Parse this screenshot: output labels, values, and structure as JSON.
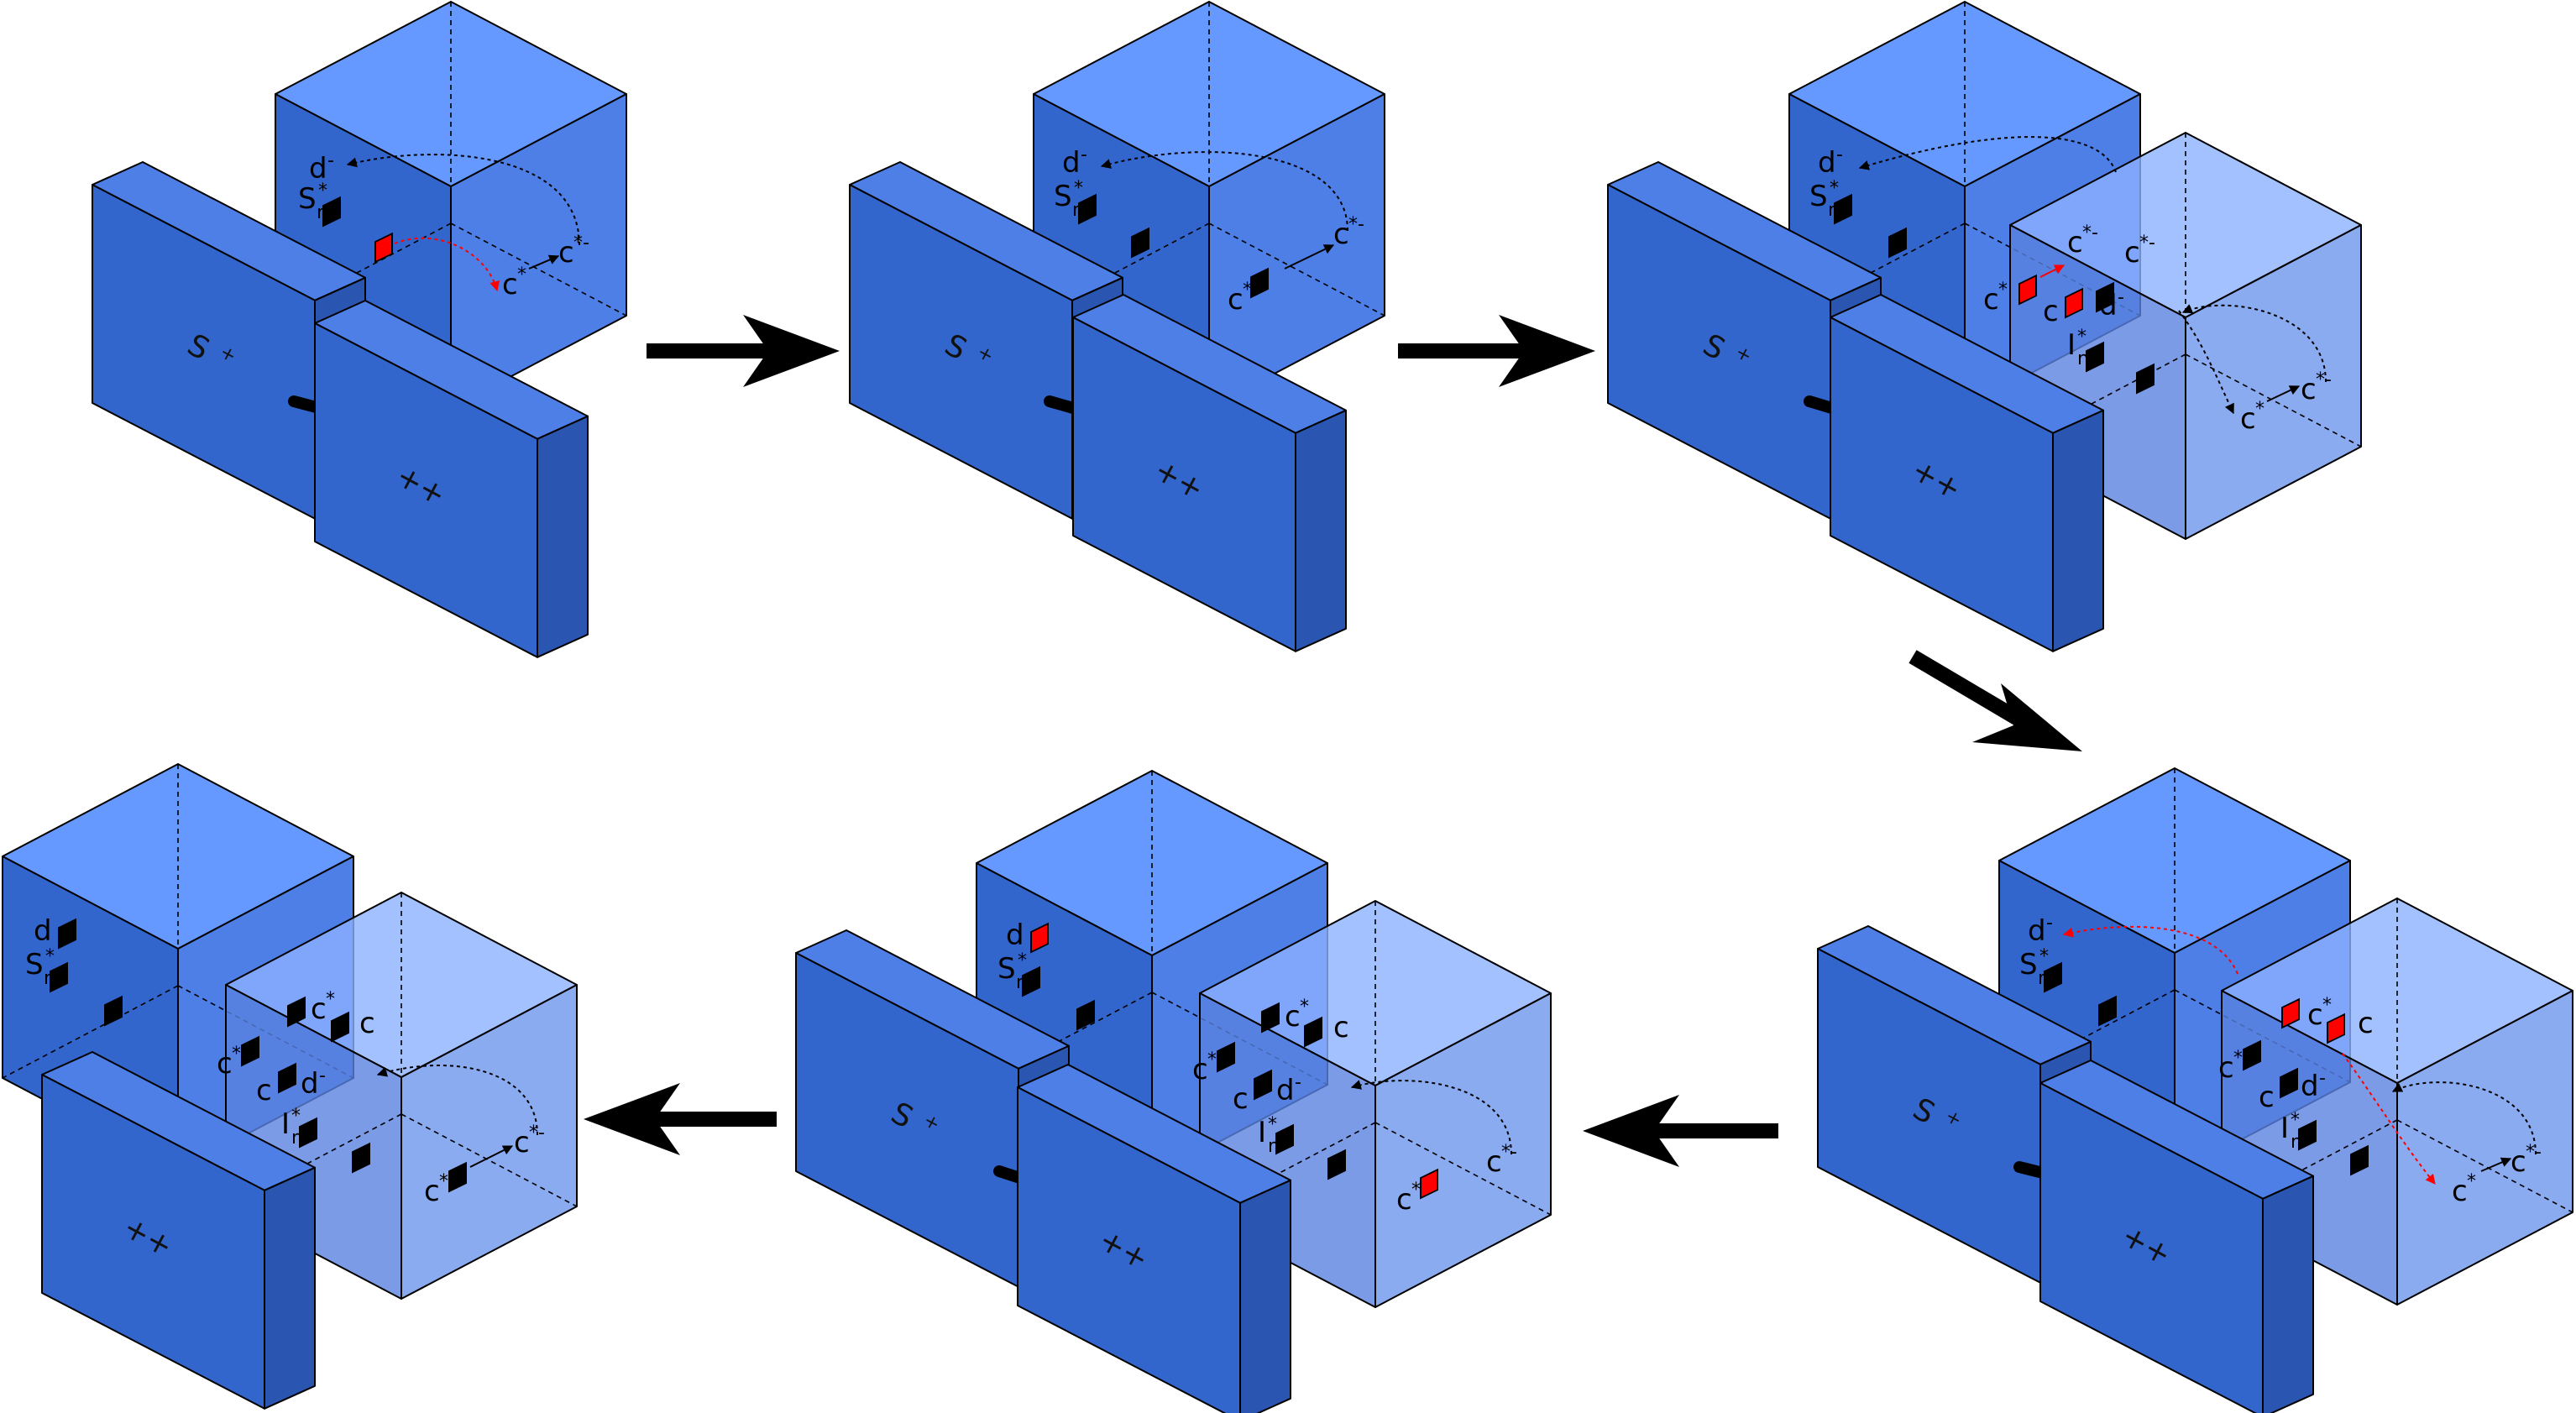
{
  "colors": {
    "cube_front": "#3366CC",
    "cube_top": "#6699FF",
    "cube_side": "#4D7FE6",
    "glass_front": "#5A82E0",
    "glass_top": "#8CB0FF",
    "glass_side": "#6E96EC",
    "plate_front": "#3366CC",
    "plate_top": "#4D7FE6",
    "plate_side": "#2A55B0",
    "highlight": "#FF0000",
    "marker": "#000000",
    "arrow": "#000000"
  },
  "plates": {
    "s_label": "S",
    "s_sup": "+",
    "pp_label": "++"
  },
  "labels": {
    "d": "d",
    "dminus_sup": "-",
    "S": "S",
    "star": "*",
    "n": "n",
    "I": "I",
    "c": "c",
    "cstar_sup": "*",
    "cstarminus_sup": "*-"
  },
  "panels": [
    {
      "id": "panel-1",
      "position": "top-left",
      "has_second_cube": false
    },
    {
      "id": "panel-2",
      "position": "top-middle",
      "has_second_cube": false
    },
    {
      "id": "panel-3",
      "position": "top-right",
      "has_second_cube": true
    },
    {
      "id": "panel-4",
      "position": "bottom-right",
      "has_second_cube": true
    },
    {
      "id": "panel-5",
      "position": "bottom-middle",
      "has_second_cube": true
    },
    {
      "id": "panel-6",
      "position": "bottom-left",
      "has_second_cube": true
    }
  ]
}
